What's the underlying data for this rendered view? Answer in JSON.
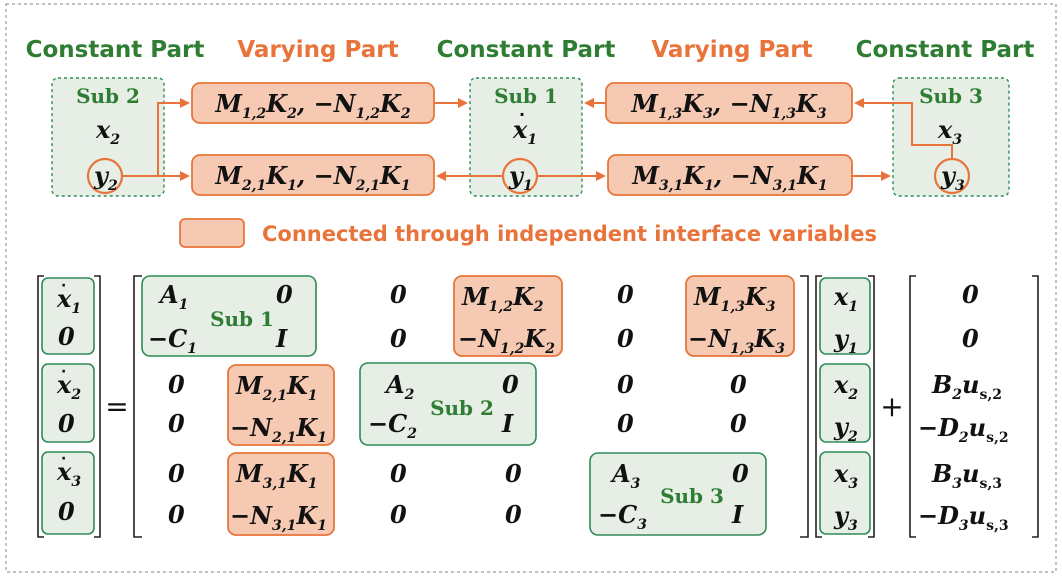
{
  "headers": {
    "constant": "Constant Part",
    "varying": "Varying Part"
  },
  "colors": {
    "constant": "#2e7d32",
    "varying": "#e8743b",
    "constant_fill": "#e6eee6",
    "varying_fill": "#f6c9b3"
  },
  "subsystems": {
    "sub1": {
      "label": "Sub 1"
    },
    "sub2": {
      "label": "Sub 2"
    },
    "sub3": {
      "label": "Sub 3"
    }
  },
  "legend": {
    "text": "Connected through independent interface variables"
  },
  "equation": {
    "equals": "=",
    "plus": "+",
    "zero": "0",
    "identity": "I"
  }
}
